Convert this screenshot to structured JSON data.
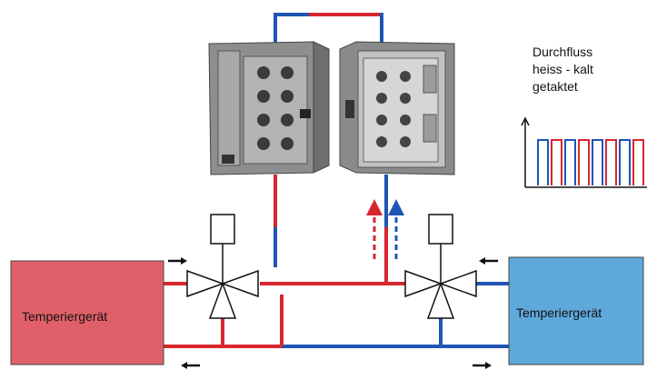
{
  "flow_label": {
    "line1": "Durchfluss",
    "line2": "heiss - kalt",
    "line3": "getaktet"
  },
  "unit_left": {
    "label": "Temperiergerät",
    "color": "#e0606a"
  },
  "unit_right": {
    "label": "Temperiergerät",
    "color": "#5fa8dc"
  },
  "colors": {
    "hot": "#d8262f",
    "cold": "#1f55b5",
    "mold": "#9a9a9a"
  },
  "icons": [
    "three-way-valve-icon",
    "actuator-icon",
    "flow-arrow-icon",
    "square-wave-icon",
    "injection-mold-icon"
  ]
}
